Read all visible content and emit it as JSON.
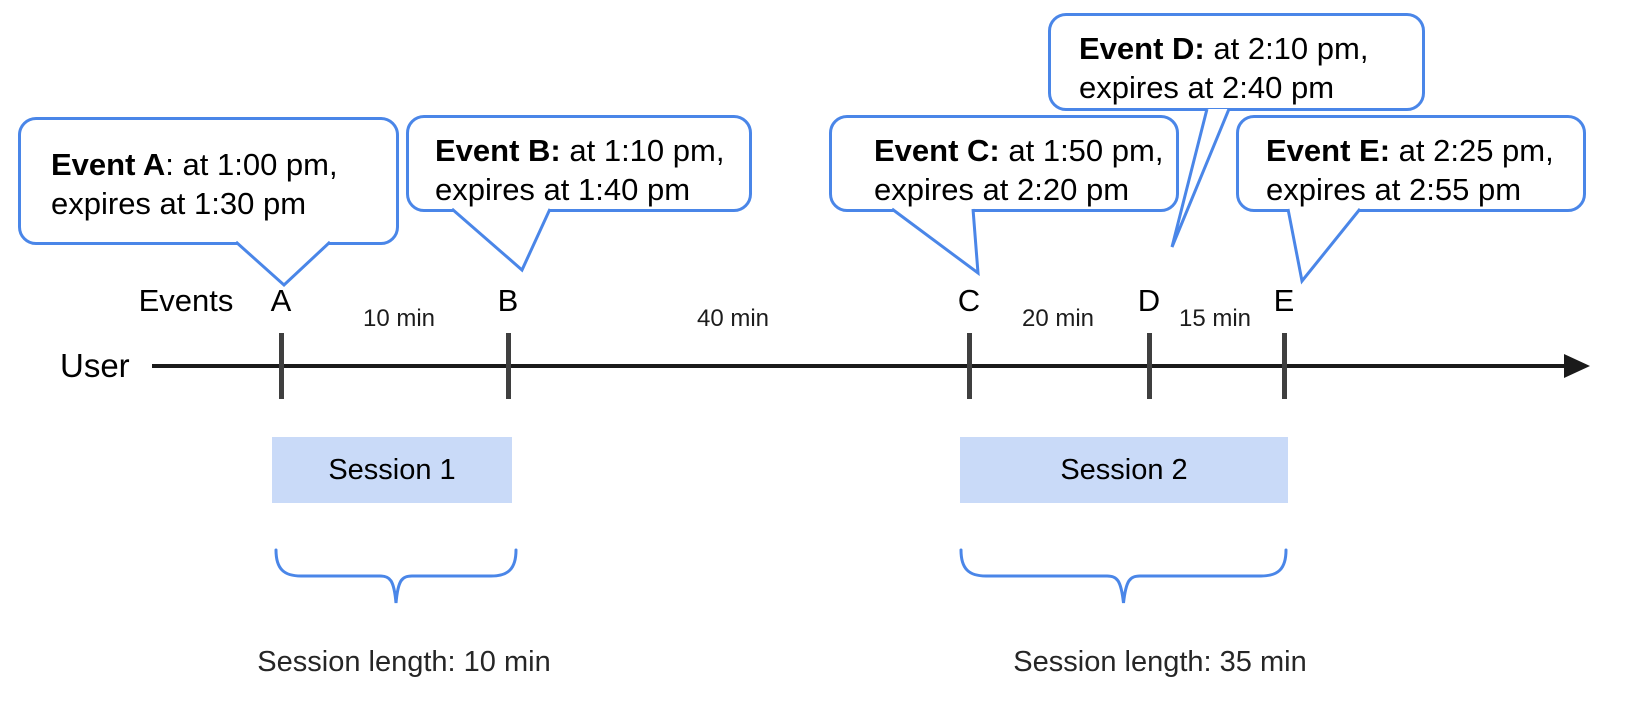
{
  "colors": {
    "bubble_border": "#4a86e8",
    "session_fill": "#c9daf8",
    "axis": "#1a1a1a",
    "tick": "#3f3f3f"
  },
  "bubbles": [
    {
      "id": "A",
      "title": "Event A",
      "line1_rest": ": at 1:00 pm,",
      "line2": "expires at 1:30 pm"
    },
    {
      "id": "B",
      "title": "Event B:",
      "line1_rest": " at 1:10 pm,",
      "line2": "expires at 1:40 pm"
    },
    {
      "id": "C",
      "title": "Event C:",
      "line1_rest": " at 1:50 pm,",
      "line2": "expires at 2:20 pm"
    },
    {
      "id": "D",
      "title": "Event D:",
      "line1_rest": " at 2:10 pm,",
      "line2": "expires at 2:40 pm"
    },
    {
      "id": "E",
      "title": "Event E:",
      "line1_rest": " at 2:25 pm,",
      "line2": "expires at 2:55 pm"
    }
  ],
  "timeline": {
    "axis_label": "User",
    "events_label": "Events",
    "ticks": [
      {
        "label": "A"
      },
      {
        "label": "B"
      },
      {
        "label": "C"
      },
      {
        "label": "D"
      },
      {
        "label": "E"
      }
    ],
    "gaps": [
      {
        "label": "10 min"
      },
      {
        "label": "40 min"
      },
      {
        "label": "20 min"
      },
      {
        "label": "15 min"
      }
    ]
  },
  "sessions": [
    {
      "label": "Session 1",
      "length_label": "Session length: 10 min"
    },
    {
      "label": "Session 2",
      "length_label": "Session length: 35 min"
    }
  ]
}
